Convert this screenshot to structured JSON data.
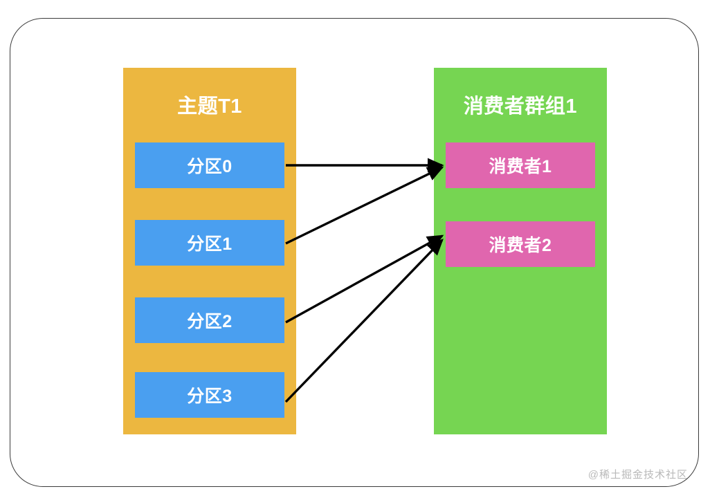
{
  "diagram": {
    "title_semantic": "kafka-topic-partition-consumer-assignment",
    "colors": {
      "topic_bg": "#ecb740",
      "partition_bg": "#4a9ff0",
      "group_bg": "#76d552",
      "consumer_bg": "#e066ae",
      "arrow": "#000000",
      "frame_border": "#3a3a3a",
      "text": "#ffffff",
      "watermark": "#b9b9b9"
    },
    "topic": {
      "title": "主题T1",
      "partitions": [
        {
          "label": "分区0"
        },
        {
          "label": "分区1"
        },
        {
          "label": "分区2"
        },
        {
          "label": "分区3"
        }
      ]
    },
    "consumer_group": {
      "title": "消费者群组1",
      "consumers": [
        {
          "label": "消费者1"
        },
        {
          "label": "消费者2"
        }
      ]
    },
    "connections": [
      {
        "from": "分区0",
        "to": "消费者1"
      },
      {
        "from": "分区1",
        "to": "消费者1"
      },
      {
        "from": "分区2",
        "to": "消费者2"
      },
      {
        "from": "分区3",
        "to": "消费者2"
      }
    ],
    "watermark": "@稀土掘金技术社区"
  }
}
